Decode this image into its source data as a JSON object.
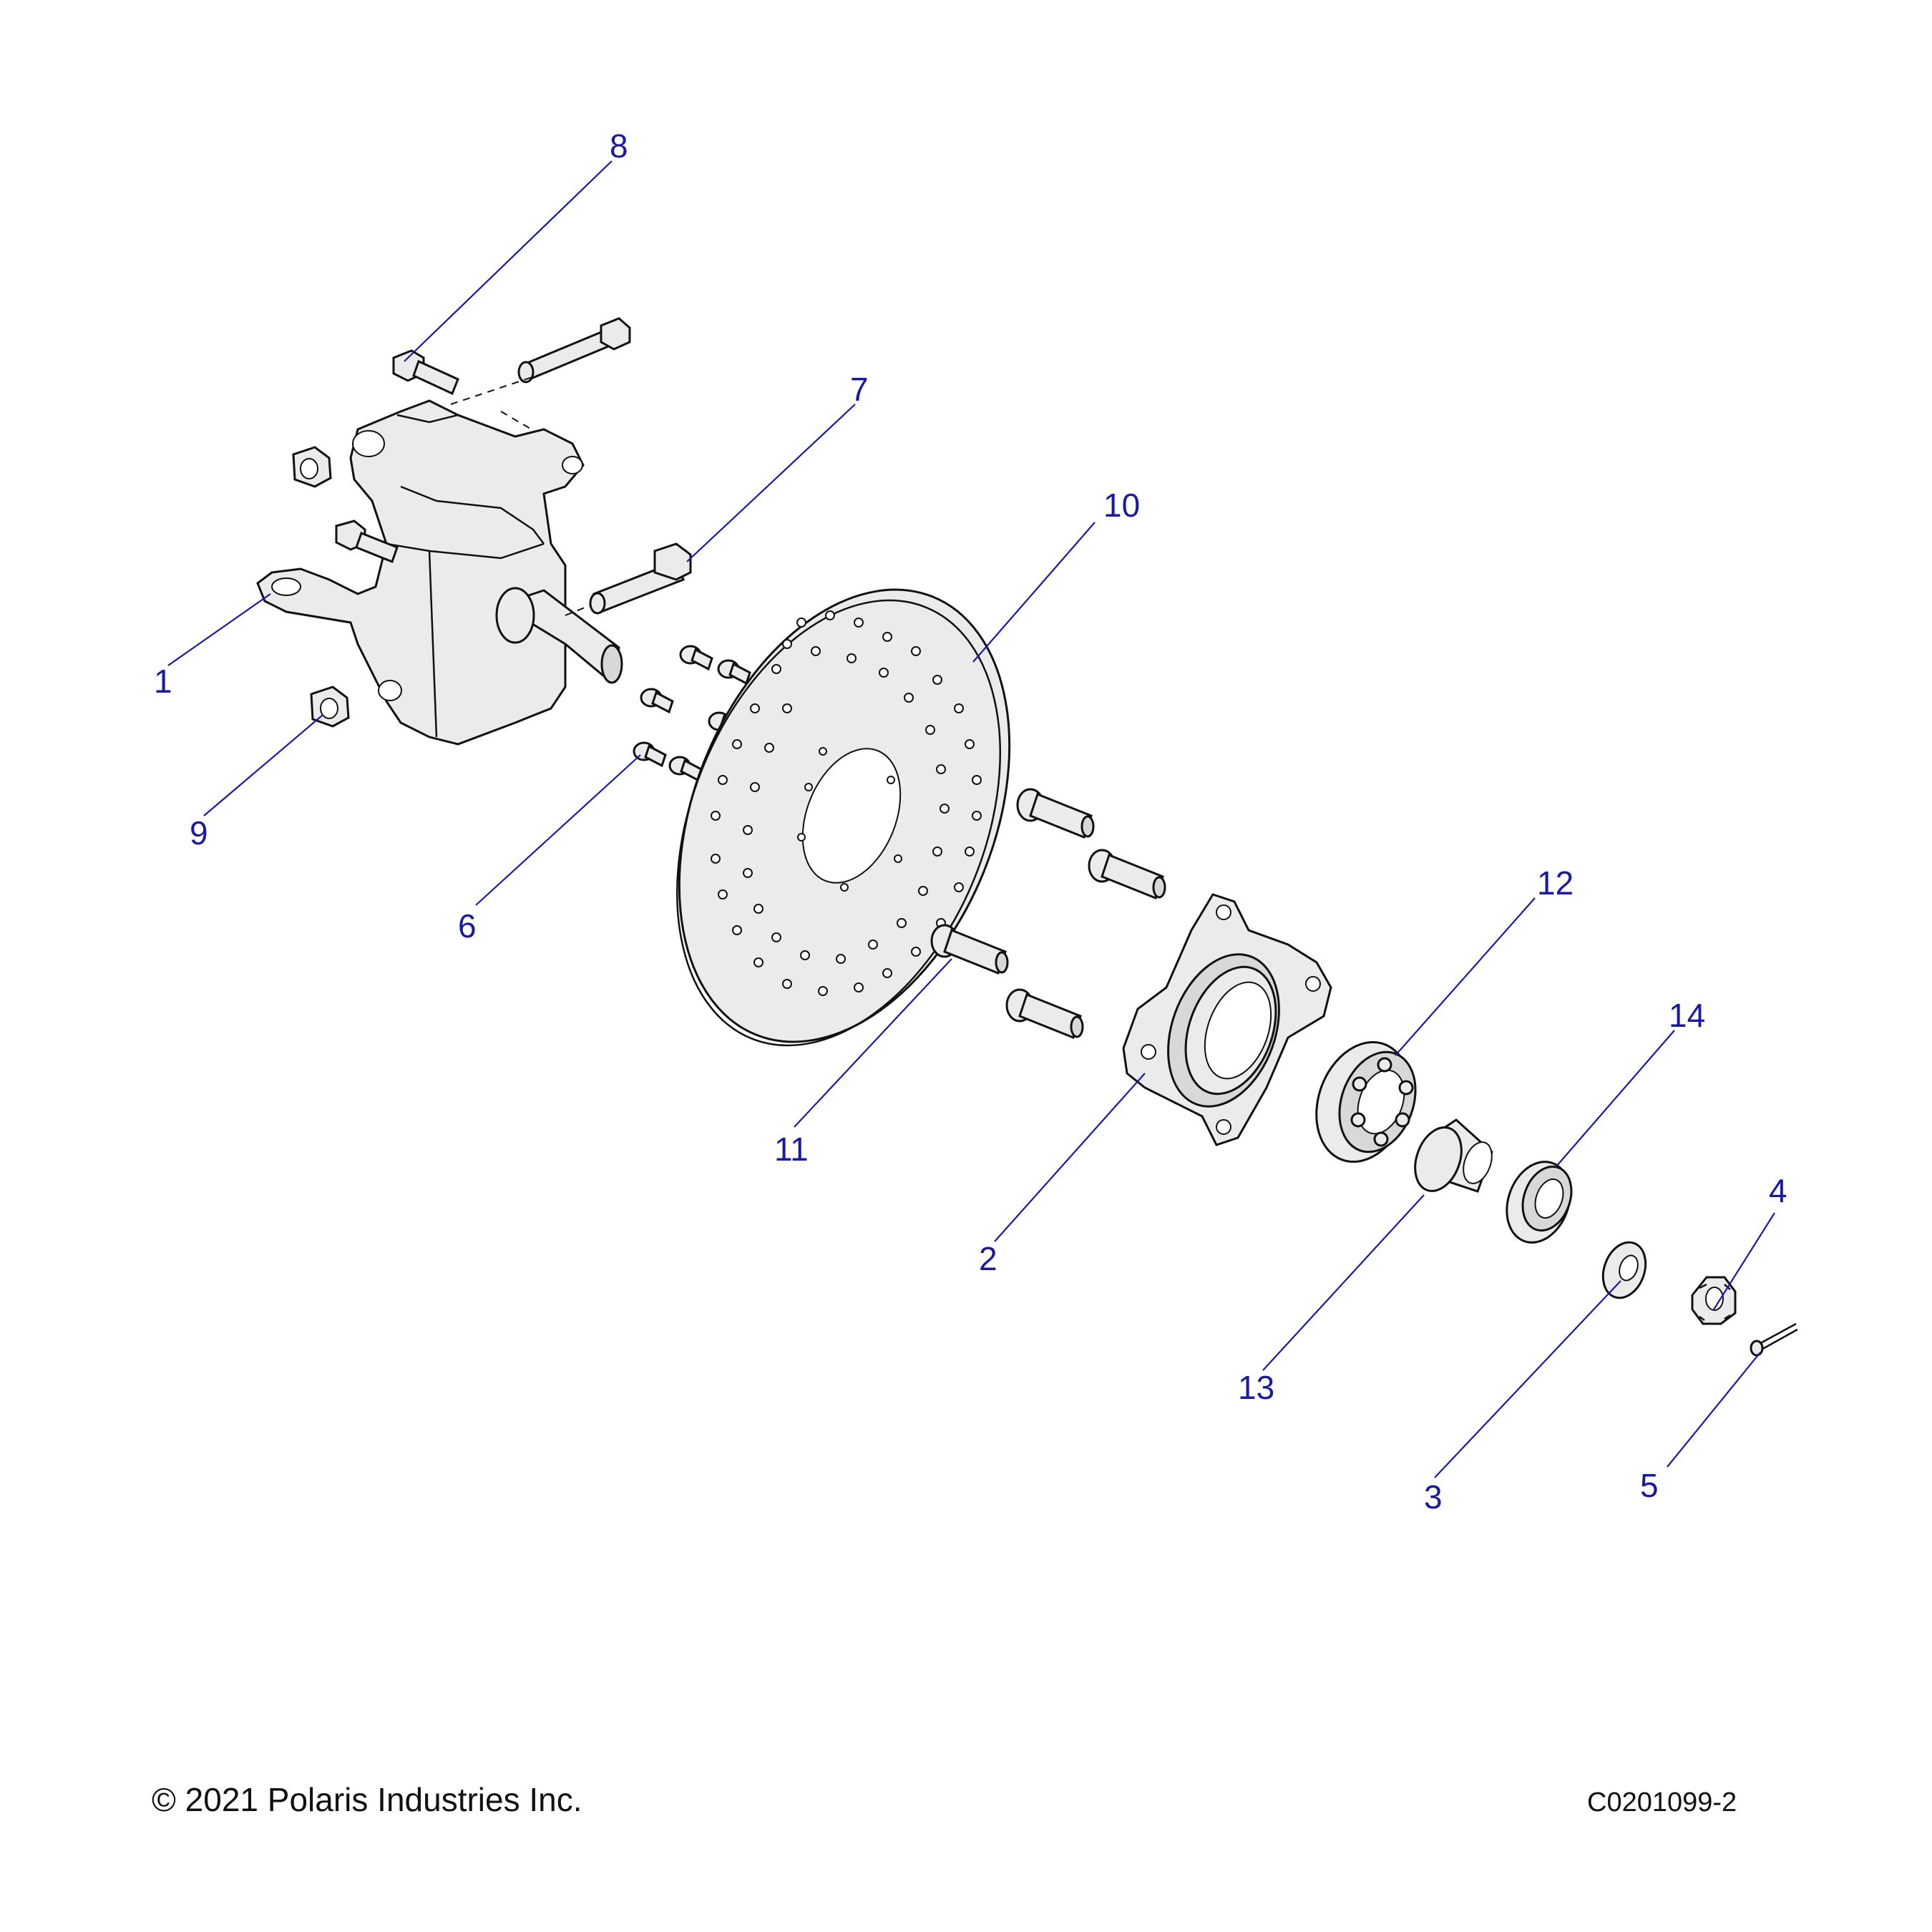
{
  "callouts": {
    "c1": "1",
    "c2": "2",
    "c3": "3",
    "c4": "4",
    "c5": "5",
    "c6": "6",
    "c7": "7",
    "c8": "8",
    "c9": "9",
    "c10": "10",
    "c11": "11",
    "c12": "12",
    "c13": "13",
    "c14": "14"
  },
  "footer": {
    "copyright": "© 2021 Polaris Industries Inc.",
    "figure_code": "C0201099-2"
  },
  "colors": {
    "callout": "#1a1aa0",
    "part_fill": "#ebebeb",
    "outline": "#111111"
  }
}
